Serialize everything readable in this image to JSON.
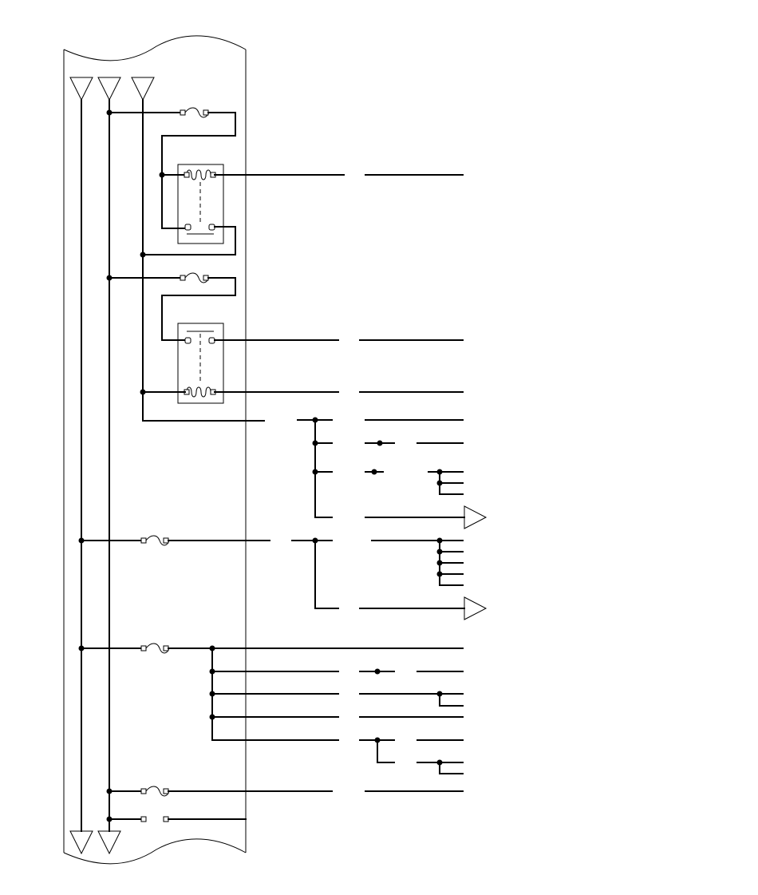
{
  "diagram": {
    "kind": "wiring-schematic",
    "colors": {
      "line": "#000000",
      "background": "#ffffff"
    },
    "symbols": {
      "supply": "supply-triangle-icon",
      "ground": "ground-triangle-icon",
      "fuse": "fuse-icon",
      "relay-coil": "relay-coil-icon",
      "relay-contact": "relay-contact-icon",
      "connector": "connector-arrow-icon"
    },
    "counts": {
      "fuses": 5,
      "relays": 2,
      "supply_rails": 3,
      "ground_rails": 2,
      "connector_arrows": 2
    },
    "text_labels": []
  }
}
